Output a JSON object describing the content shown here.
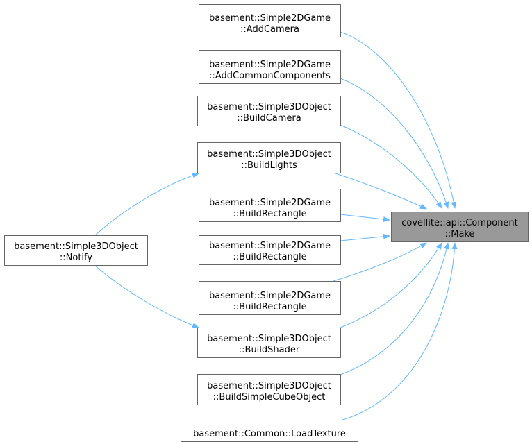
{
  "colors": {
    "edge": "#63b8ff",
    "node_border": "#666666",
    "target_fill": "#999999",
    "node_fill": "#ffffff"
  },
  "nodes": {
    "target": {
      "line1": "covellite::api::Component",
      "line2": "::Make"
    },
    "add_camera": {
      "line1": "basement::Simple2DGame",
      "line2": "::AddCamera"
    },
    "add_common_components": {
      "line1": "basement::Simple2DGame",
      "line2": "::AddCommonComponents"
    },
    "build_camera": {
      "line1": "basement::Simple3DObject",
      "line2": "::BuildCamera"
    },
    "build_lights": {
      "line1": "basement::Simple3DObject",
      "line2": "::BuildLights"
    },
    "build_rectangle_1": {
      "line1": "basement::Simple2DGame",
      "line2": "::BuildRectangle"
    },
    "build_rectangle_2": {
      "line1": "basement::Simple2DGame",
      "line2": "::BuildRectangle"
    },
    "build_rectangle_3": {
      "line1": "basement::Simple2DGame",
      "line2": "::BuildRectangle"
    },
    "build_shader": {
      "line1": "basement::Simple3DObject",
      "line2": "::BuildShader"
    },
    "build_simple_cube_object": {
      "line1": "basement::Simple3DObject",
      "line2": "::BuildSimpleCubeObject"
    },
    "load_texture": {
      "line1": "basement::Common::LoadTexture"
    },
    "notify": {
      "line1": "basement::Simple3DObject",
      "line2": "::Notify"
    }
  }
}
